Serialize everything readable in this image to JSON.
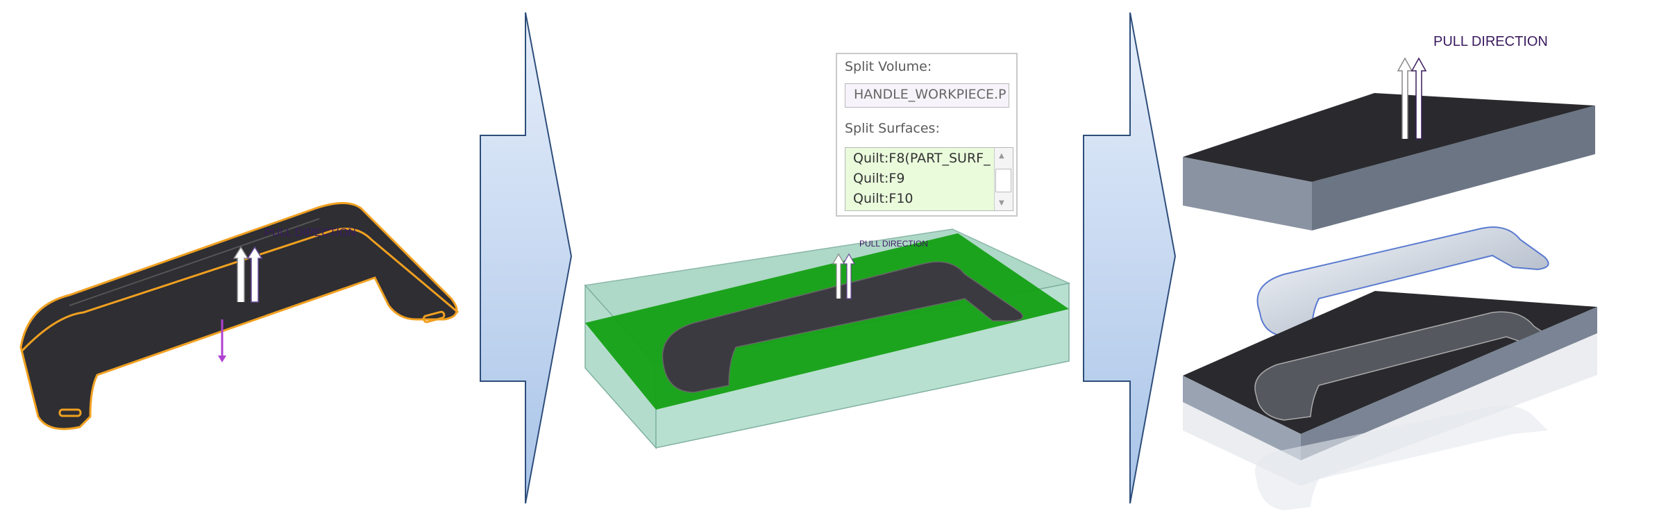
{
  "step1": {
    "label": "PULL DIRECTION"
  },
  "step2": {
    "label": "PULL DIRECTION",
    "dialog": {
      "split_volume_label": "Split Volume:",
      "split_volume_value": "HANDLE_WORKPIECE.P",
      "split_surfaces_label": "Split Surfaces:",
      "split_surfaces": [
        "Quilt:F8(PART_SURF_",
        "Quilt:F9",
        "Quilt:F10"
      ]
    }
  },
  "step3": {
    "label": "PULL DIRECTION"
  },
  "colors": {
    "handle": "#2e2e33",
    "parting_line": "#f0a020",
    "arrow_fill": "#c6d8f0",
    "green_plane": "#1aa31a",
    "pull_arrow": "#b040d0"
  }
}
